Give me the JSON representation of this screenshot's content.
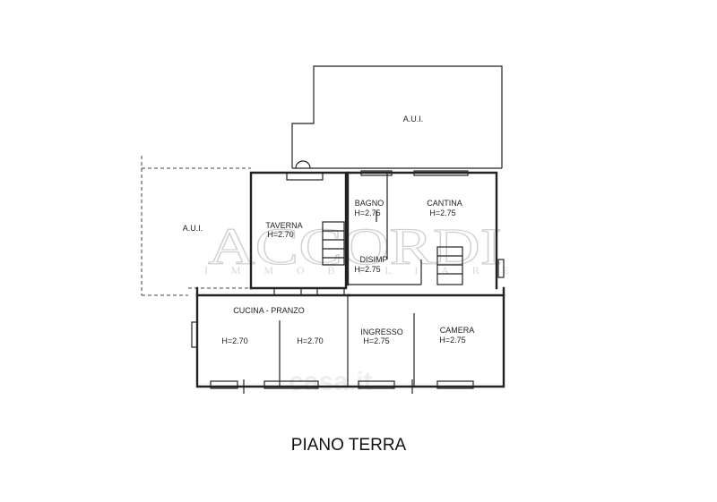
{
  "title": "PIANO TERRA",
  "watermark": {
    "brand": "ACCORDI",
    "sub": "IMMOBILIARE",
    "stamp": "casa.it"
  },
  "rooms": {
    "aui_top": "A.U.I.",
    "aui_left": "A.U.I.",
    "taverna": {
      "name": "TAVERNA",
      "height": "H=2.70"
    },
    "bagno": {
      "name": "BAGNO",
      "height": "H=2.75"
    },
    "cantina": {
      "name": "CANTINA",
      "height": "H=2.75"
    },
    "disimp": {
      "name": "DISIMP",
      "height": "H=2.75"
    },
    "cucina": {
      "name": "CUCINA - PRANZO",
      "height_left": "H=2.70",
      "height_right": "H=2.70"
    },
    "ingresso": {
      "name": "INGRESSO",
      "height": "H=2.75"
    },
    "camera": {
      "name": "CAMERA",
      "height": "H=2.75"
    }
  },
  "colors": {
    "wall": "#222222",
    "watermark": "#d0d0d0",
    "background": "#ffffff"
  }
}
